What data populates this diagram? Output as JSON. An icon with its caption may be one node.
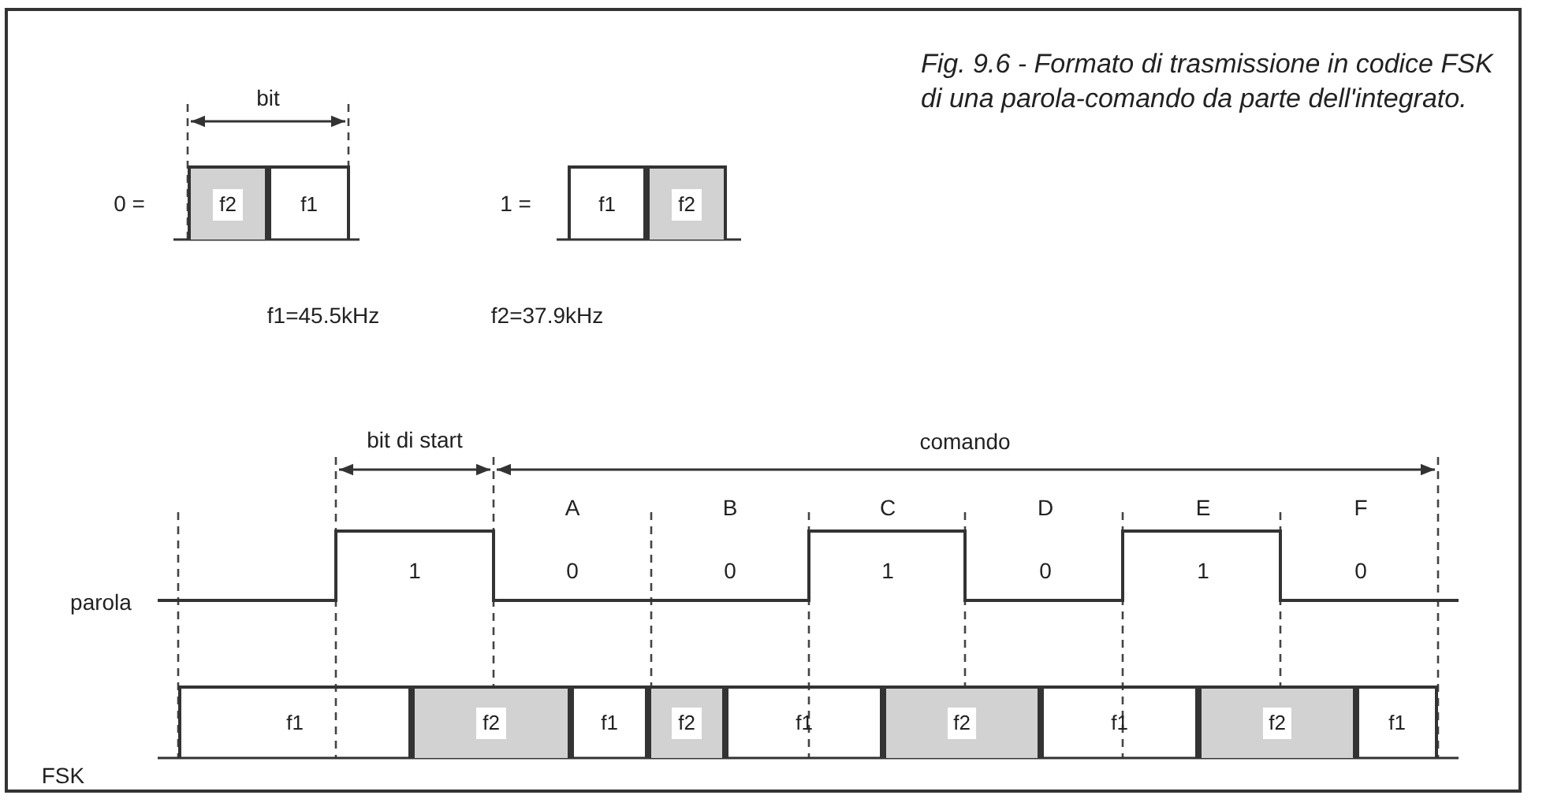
{
  "diagram": {
    "caption": "Fig. 9.6 - Formato di trasmissione in codice FSK di una parola-comando da parte dell'integrato.",
    "nodes": [
      {
        "text": [
          "f2"
        ]
      },
      {
        "text": [
          "f1"
        ]
      },
      {
        "text": [
          "f1"
        ]
      },
      {
        "text": [
          "f2"
        ]
      },
      {
        "text": [
          "f1"
        ]
      },
      {
        "text": [
          "f2"
        ]
      },
      {
        "text": [
          "f1"
        ]
      },
      {
        "text": [
          "f2"
        ]
      },
      {
        "text": [
          "f1"
        ]
      },
      {
        "text": [
          "f2"
        ]
      },
      {
        "text": [
          "f1"
        ]
      },
      {
        "text": [
          "f2"
        ]
      },
      {
        "text": [
          "f1"
        ]
      }
    ],
    "labels": [
      "bit",
      "0 =",
      "1 =",
      "f1=45.5kHz",
      "f2=37.9kHz",
      "bit di start",
      "comando",
      "A",
      "B",
      "C",
      "D",
      "E",
      "F",
      "1",
      "0",
      "0",
      "1",
      "0",
      "1",
      "0",
      "parola",
      "FSK"
    ]
  }
}
